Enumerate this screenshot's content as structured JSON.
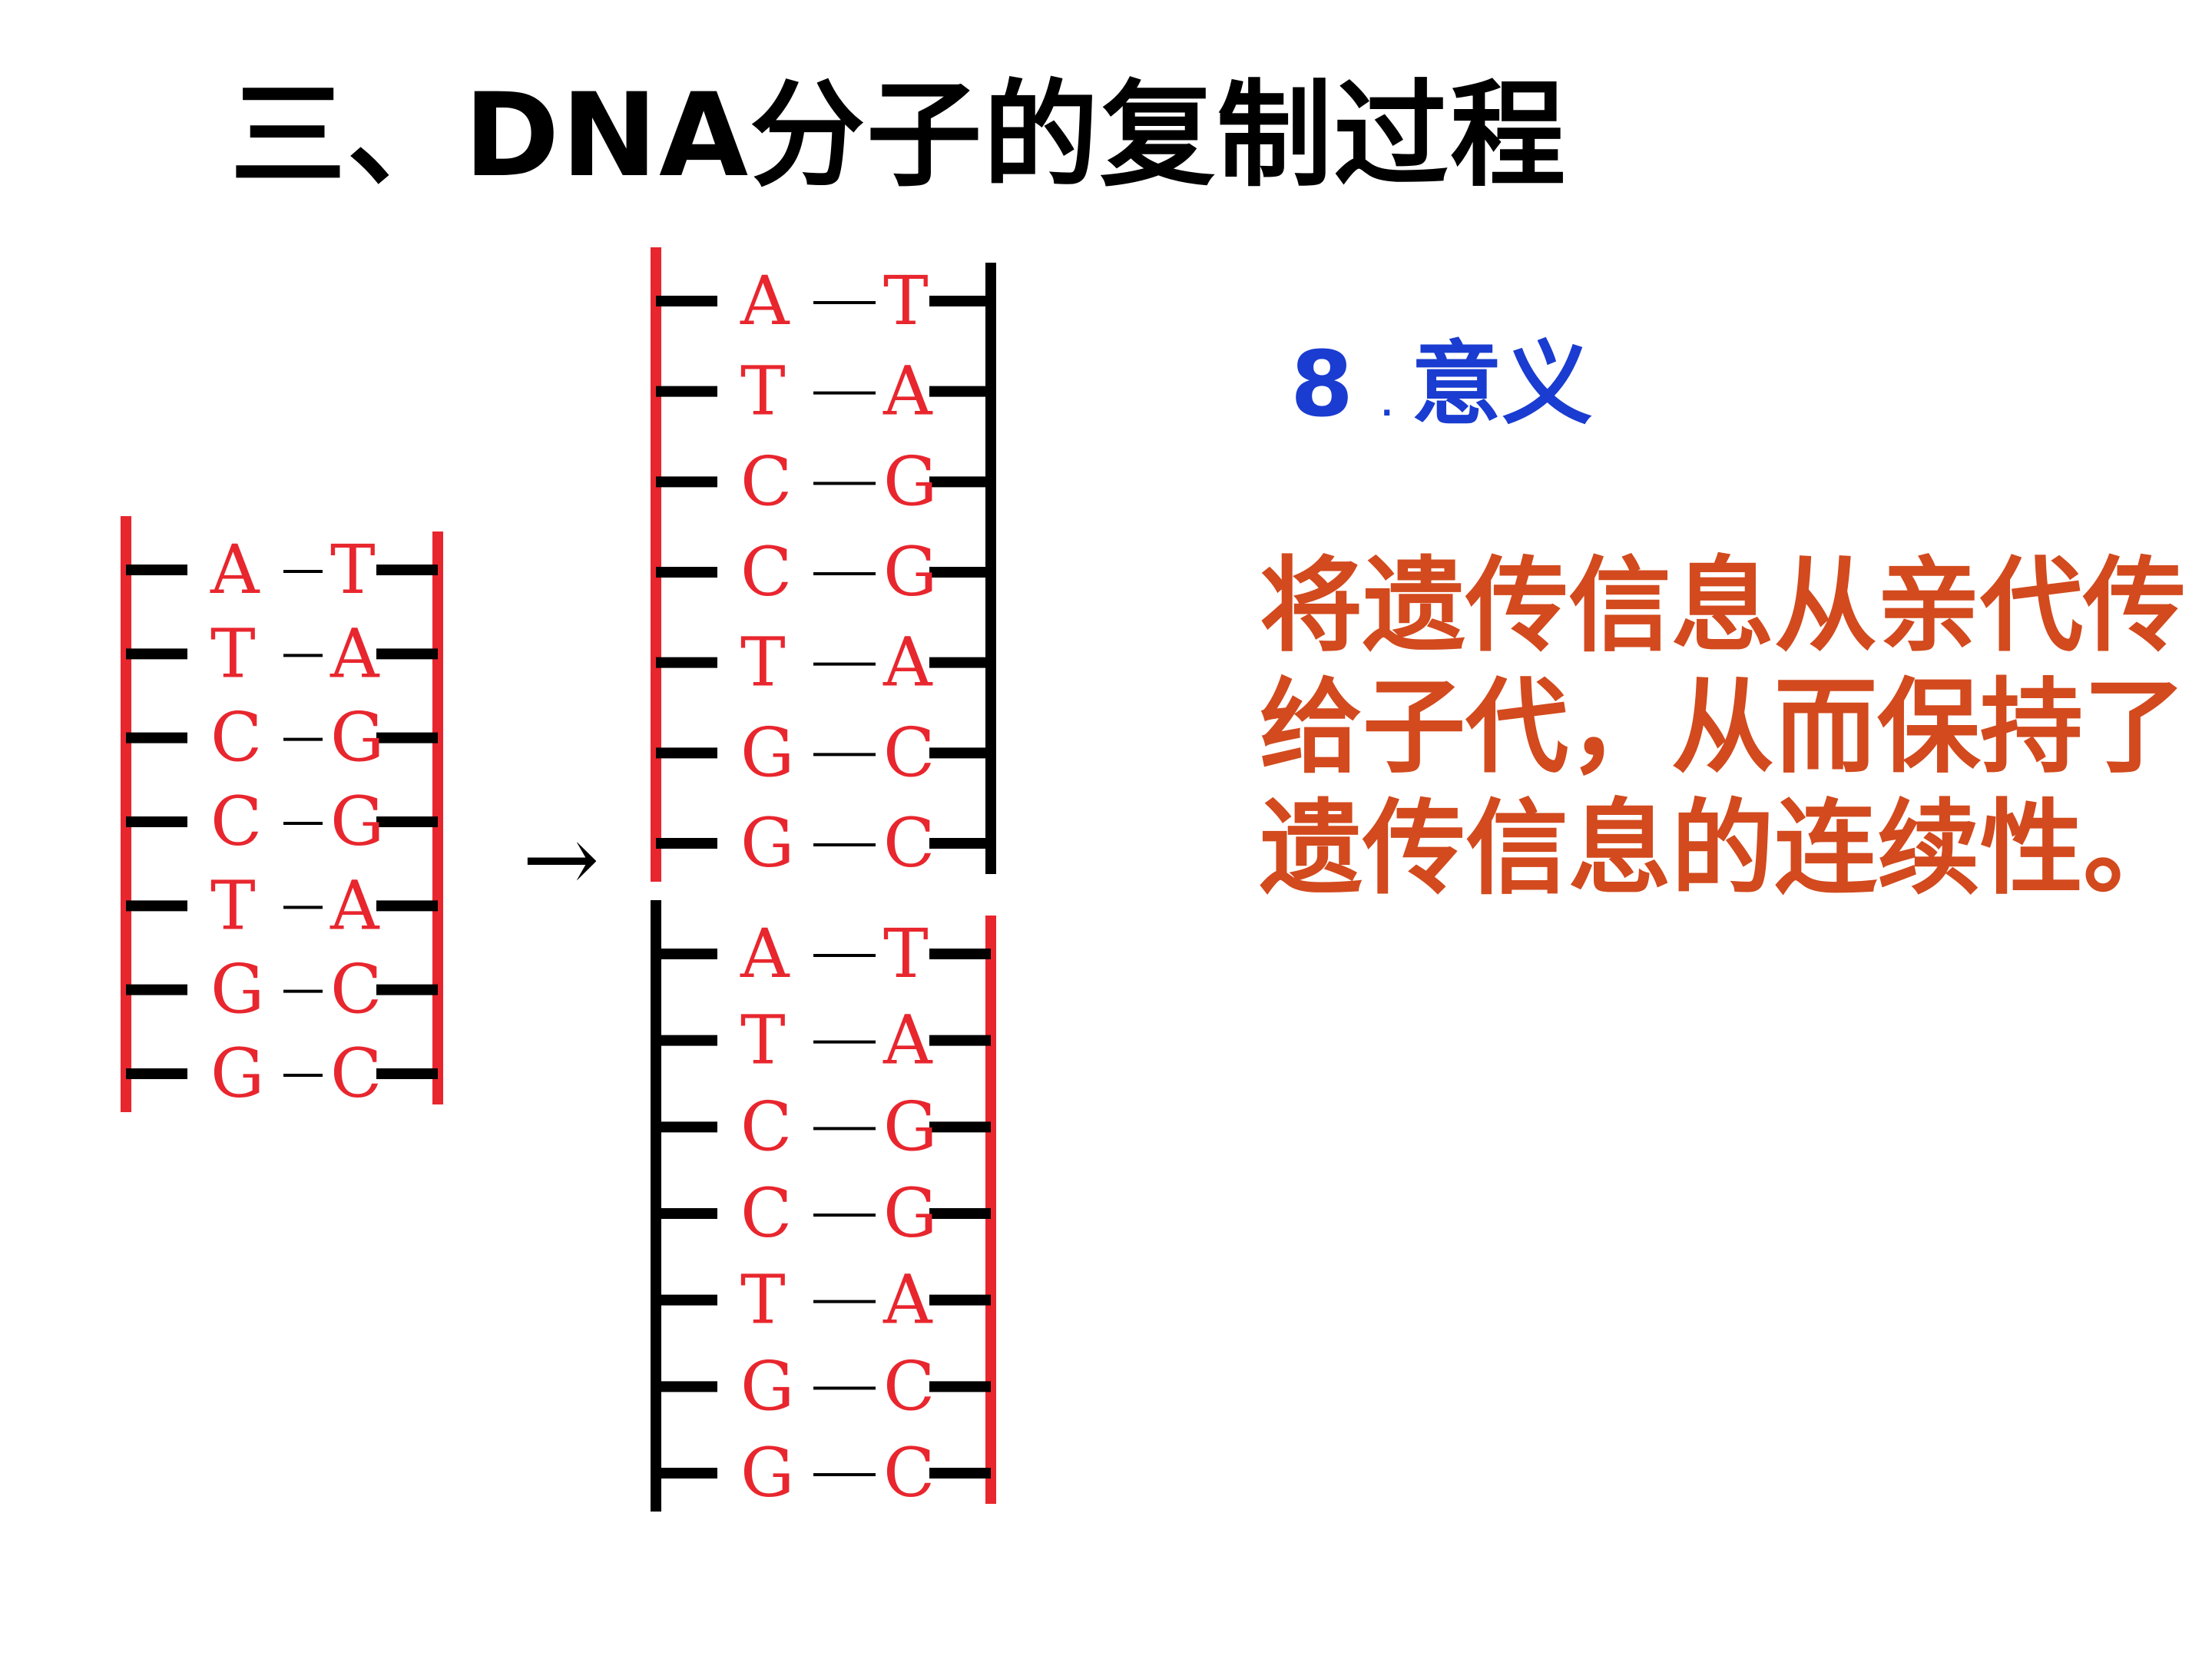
{
  "title": "三、DNA分子的复制过程",
  "heading": {
    "number": "8",
    "dot": ".",
    "label": "意义"
  },
  "meaning_text": "将遗传信息从亲代传给子代，从而保持了遗传信息的连续性。",
  "arrow": "→",
  "colors": {
    "old_strand": "#e8262e",
    "new_strand": "#000000",
    "heading": "#1a3cd0",
    "meaning": "#d24a1e"
  },
  "parent_dna": {
    "pairs": [
      {
        "left": "A",
        "right": "T"
      },
      {
        "left": "T",
        "right": "A"
      },
      {
        "left": "C",
        "right": "G"
      },
      {
        "left": "C",
        "right": "G"
      },
      {
        "left": "T",
        "right": "A"
      },
      {
        "left": "G",
        "right": "C"
      },
      {
        "left": "G",
        "right": "C"
      }
    ]
  },
  "daughter_dna_1": {
    "pairs": [
      {
        "left": "A",
        "right": "T"
      },
      {
        "left": "T",
        "right": "A"
      },
      {
        "left": "C",
        "right": "G"
      },
      {
        "left": "C",
        "right": "G"
      },
      {
        "left": "T",
        "right": "A"
      },
      {
        "left": "G",
        "right": "C"
      },
      {
        "left": "G",
        "right": "C"
      }
    ]
  },
  "daughter_dna_2": {
    "pairs": [
      {
        "left": "A",
        "right": "T"
      },
      {
        "left": "T",
        "right": "A"
      },
      {
        "left": "C",
        "right": "G"
      },
      {
        "left": "C",
        "right": "G"
      },
      {
        "left": "T",
        "right": "A"
      },
      {
        "left": "G",
        "right": "C"
      },
      {
        "left": "G",
        "right": "C"
      }
    ]
  }
}
